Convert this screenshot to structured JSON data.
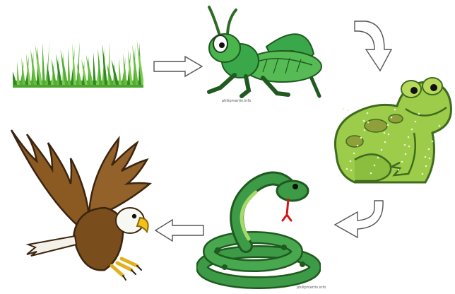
{
  "food_chain": {
    "order": [
      "grass",
      "grasshopper",
      "frog",
      "snake",
      "eagle"
    ],
    "credits": {
      "grasshopper": "philipmartin.info",
      "snake": "philipmartin.info"
    }
  },
  "colors": {
    "grass_dark": "#2f8a22",
    "grass_light": "#7ecb4f",
    "insect_green": "#3aa84a",
    "frog_green": "#9ccc4a",
    "snake_green": "#2e8b3a",
    "eagle_brown": "#8a5a22",
    "arrow_stroke": "#555555"
  }
}
